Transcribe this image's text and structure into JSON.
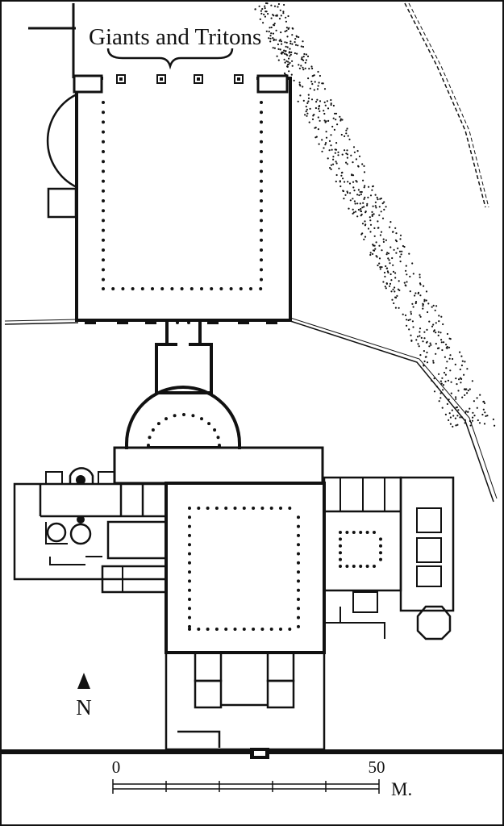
{
  "map": {
    "title_label": "Giants and Tritons",
    "north_label": "N",
    "scale": {
      "start_label": "0",
      "end_label": "50",
      "unit_label": "M."
    },
    "ink_color": "#111111",
    "background_color": "#ffffff"
  }
}
